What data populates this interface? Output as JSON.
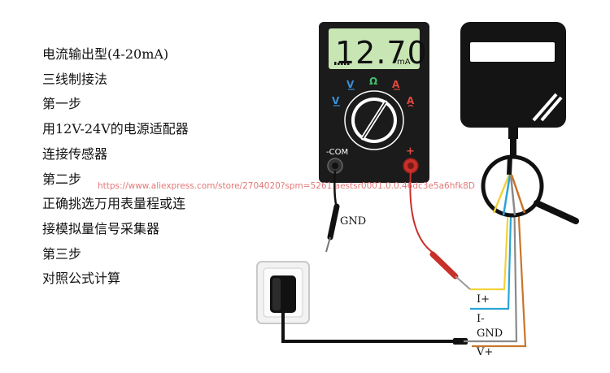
{
  "steps": [
    "电流输出型(4-20mA)",
    "三线制接法",
    "第一步",
    "用12V-24V的电源适配器",
    "连接传感器",
    "第二步",
    "正确挑选万用表量程或连",
    "接模拟量信号采集器",
    "第三步",
    "对照公式计算"
  ],
  "multimeter": {
    "reading": "12.70",
    "unit": "mA",
    "com_label": "-COM",
    "plus_label": "+",
    "ohm_label": "Ω",
    "v_ac_label": "V",
    "v_dc_label": "V",
    "a_dc_label": "A",
    "a_ac_label": "A"
  },
  "labels": {
    "gnd_probe": "GND",
    "i_plus": "I+",
    "i_minus": "I-",
    "gnd_wire": "GND",
    "v_plus": "V+"
  },
  "watermark": "https://www.aliexpress.com/store/2704020?spm=5261.aestsr0001.0.0.46dc3e5a6hfk8D",
  "colors": {
    "red_probe": "#c8302a",
    "yellow_wire": "#f2d23a",
    "blue_wire": "#2aa3d8",
    "gray_wire": "#8a8a8a",
    "brown_wire": "#c8762a",
    "lcd": "#c8e6b4"
  }
}
